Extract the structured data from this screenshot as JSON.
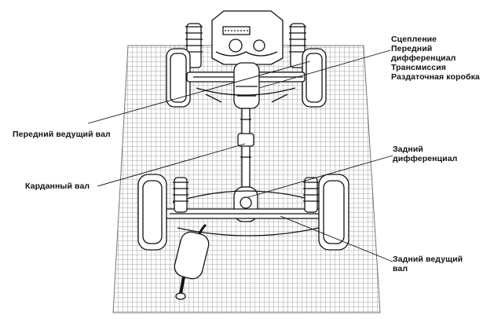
{
  "labels": {
    "front_group": {
      "clutch": "Сцепление",
      "front_diff": "Передний\nдифференциал",
      "transmission": "Трансмиссия",
      "transfer_case": "Раздаточная коробка"
    },
    "front_driveshaft": "Передний ведущий вал",
    "propeller_shaft": "Карданный  вал",
    "rear_diff": "Задний\nдифференциал",
    "rear_driveshaft": "Задний ведущий\nвал"
  },
  "colors": {
    "line": "#111111",
    "grid": "#8a8a8a",
    "background": "#ffffff"
  }
}
